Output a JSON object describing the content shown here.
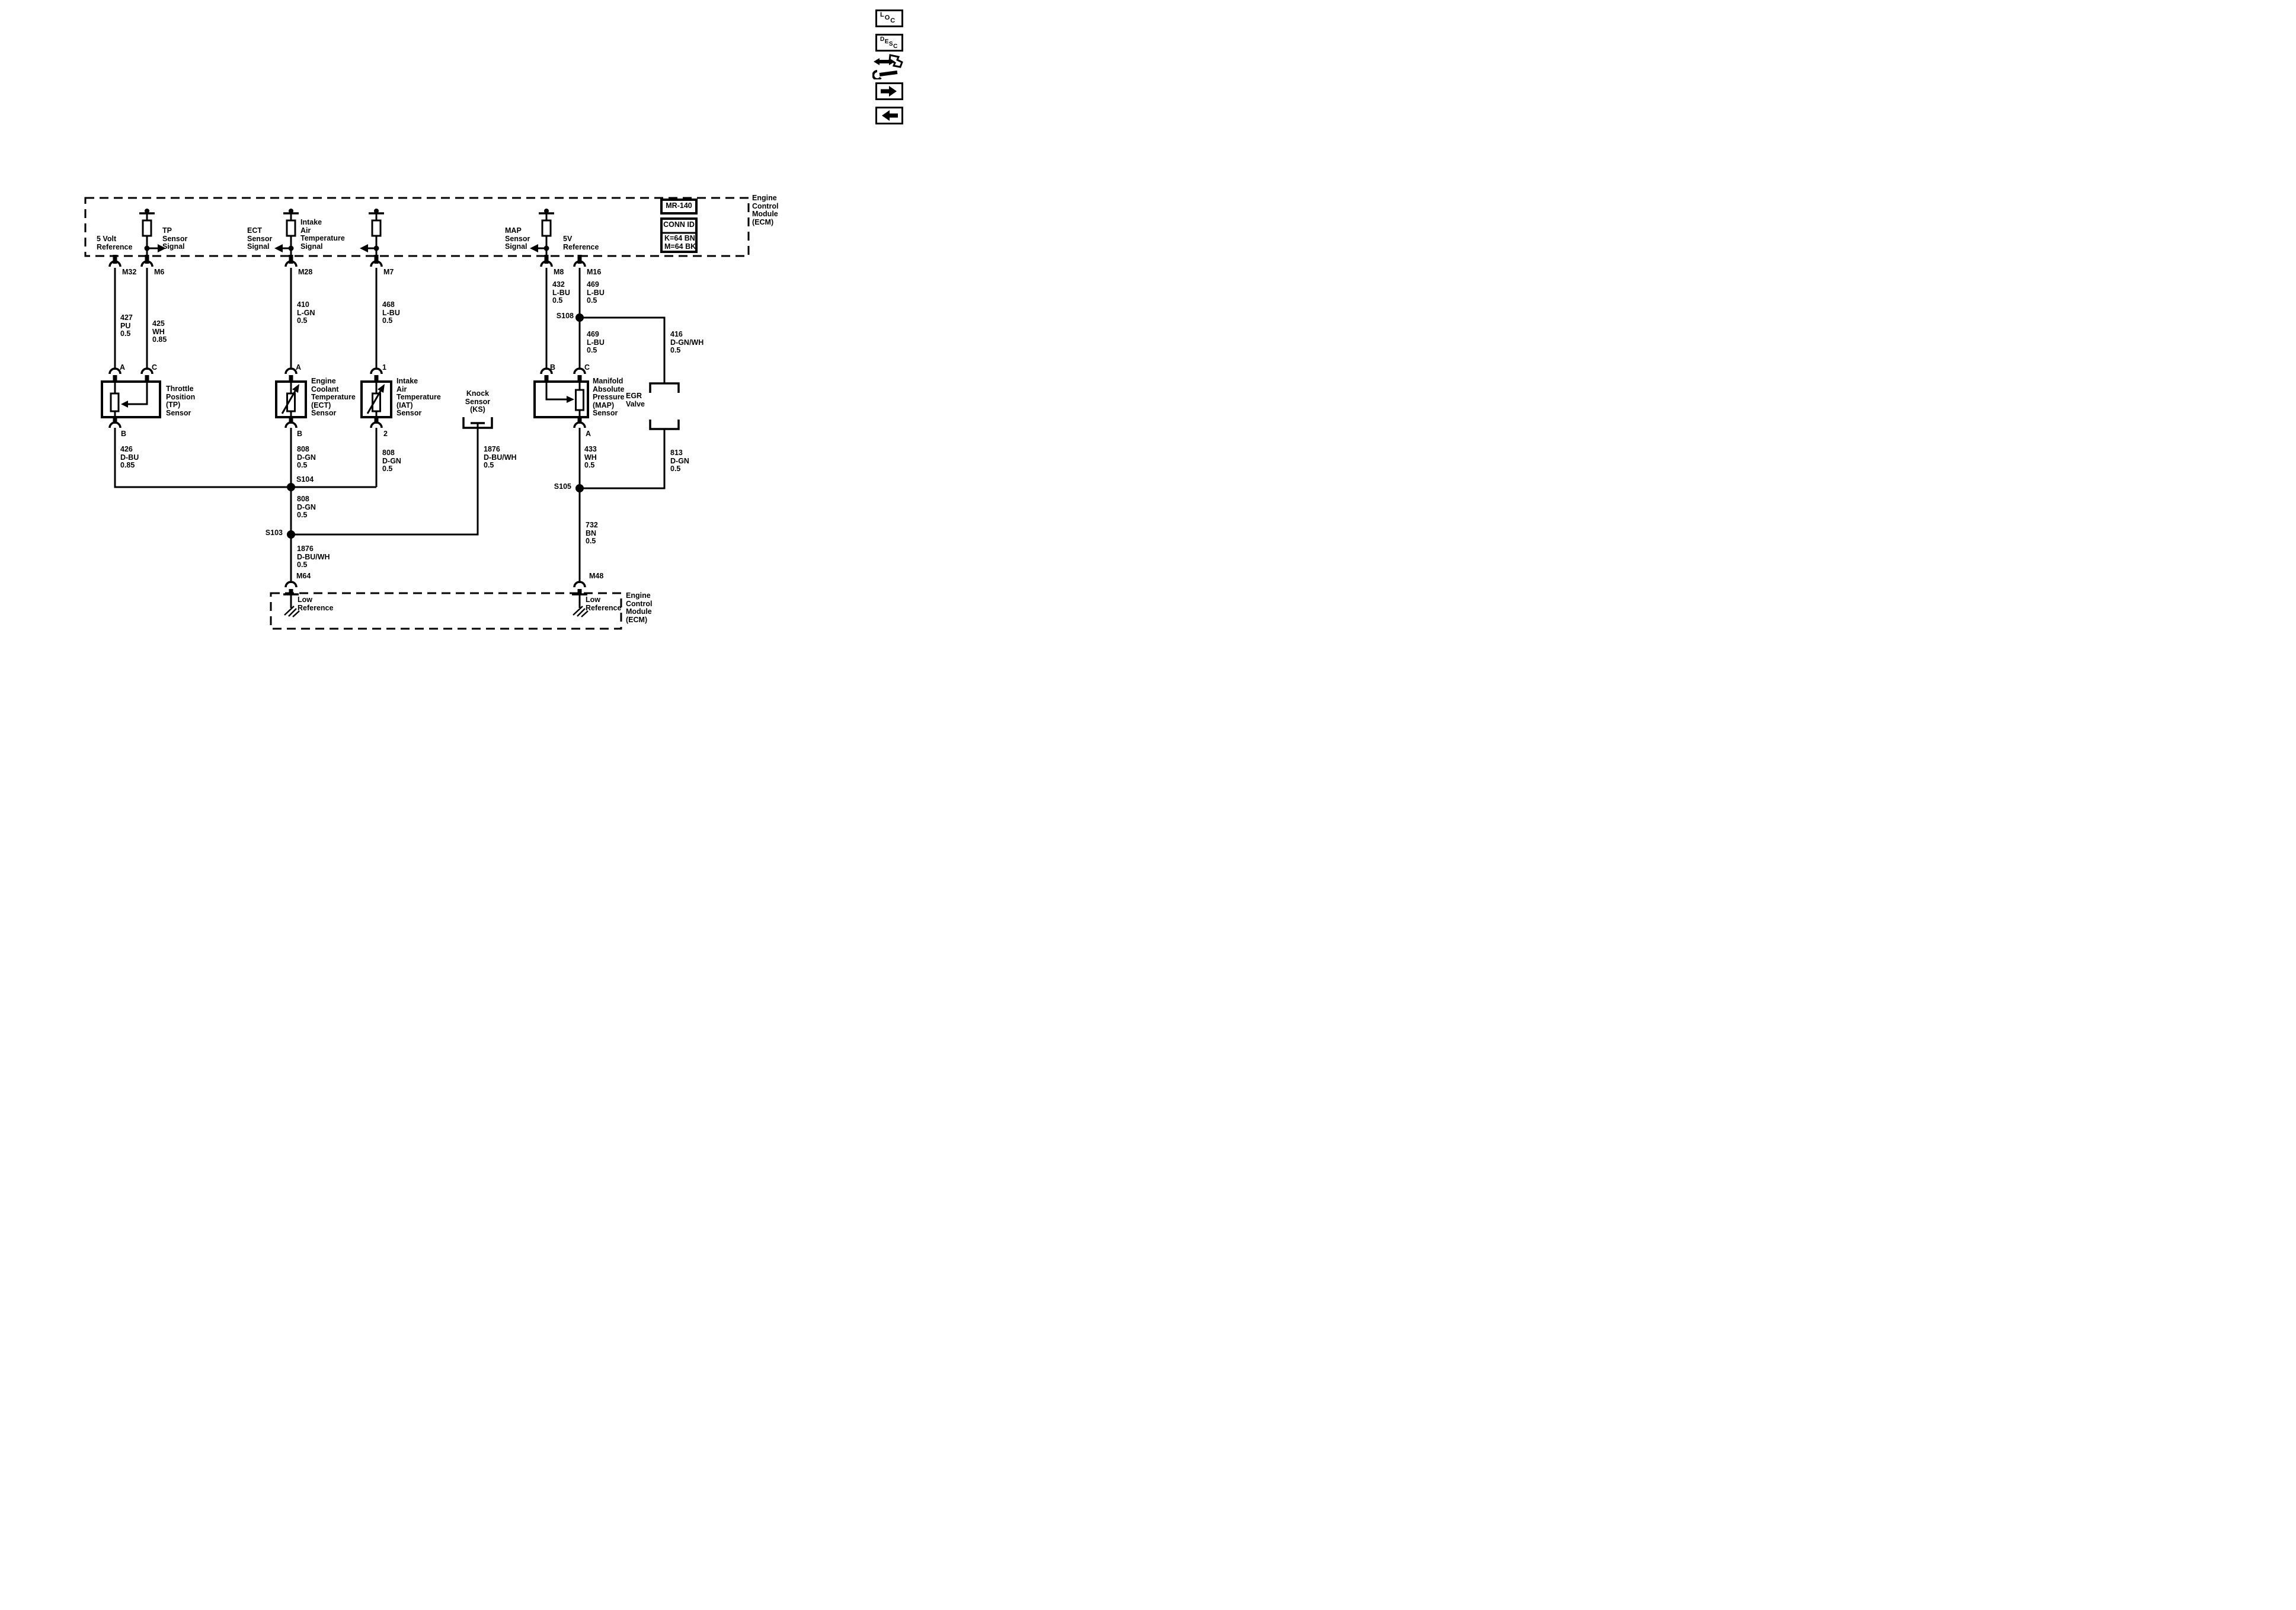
{
  "colors": {
    "ink": "#000000",
    "paper": "#ffffff"
  },
  "nav": {
    "loc_label": "LOC",
    "desc_label": "DESC"
  },
  "ecm_top": {
    "title": "Engine\nControl\nModule\n(ECM)",
    "connector_ref": "MR-140",
    "conn_id_title": "CONN ID",
    "conn_id_values": "K=64 BN\nM=64 BK",
    "signals": {
      "ref5": "5 Volt\nReference",
      "tp": "TP\nSensor\nSignal",
      "ect": "ECT\nSensor\nSignal",
      "iat": "Intake\nAir\nTemperature\nSignal",
      "map": "MAP\nSensor\nSignal",
      "ref5v": "5V\nReference"
    },
    "pins": {
      "m32": "M32",
      "m6": "M6",
      "m28": "M28",
      "m7": "M7",
      "m8": "M8",
      "m16": "M16"
    }
  },
  "wires": {
    "w427": {
      "circuit": "427",
      "color": "PU",
      "size": "0.5",
      "label": "427\nPU\n0.5"
    },
    "w425": {
      "circuit": "425",
      "color": "WH",
      "size": "0.85",
      "label": "425\nWH\n0.85"
    },
    "w410": {
      "circuit": "410",
      "color": "L-GN",
      "size": "0.5",
      "label": "410\nL-GN\n0.5"
    },
    "w468": {
      "circuit": "468",
      "color": "L-BU",
      "size": "0.5",
      "label": "468\nL-BU\n0.5"
    },
    "w432": {
      "circuit": "432",
      "color": "L-BU",
      "size": "0.5",
      "label": "432\nL-BU\n0.5"
    },
    "w469a": {
      "circuit": "469",
      "color": "L-BU",
      "size": "0.5",
      "label": "469\nL-BU\n0.5"
    },
    "w469b": {
      "circuit": "469",
      "color": "L-BU",
      "size": "0.5",
      "label": "469\nL-BU\n0.5"
    },
    "w416": {
      "circuit": "416",
      "color": "D-GN/WH",
      "size": "0.5",
      "label": "416\nD-GN/WH\n0.5"
    },
    "w426": {
      "circuit": "426",
      "color": "D-BU",
      "size": "0.85",
      "label": "426\nD-BU\n0.85"
    },
    "w808a": {
      "circuit": "808",
      "color": "D-GN",
      "size": "0.5",
      "label": "808\nD-GN\n0.5"
    },
    "w808b": {
      "circuit": "808",
      "color": "D-GN",
      "size": "0.5",
      "label": "808\nD-GN\n0.5"
    },
    "w808c": {
      "circuit": "808",
      "color": "D-GN",
      "size": "0.5",
      "label": "808\nD-GN\n0.5"
    },
    "w1876a": {
      "circuit": "1876",
      "color": "D-BU/WH",
      "size": "0.5",
      "label": "1876\nD-BU/WH\n0.5"
    },
    "w1876b": {
      "circuit": "1876",
      "color": "D-BU/WH",
      "size": "0.5",
      "label": "1876\nD-BU/WH\n0.5"
    },
    "w433": {
      "circuit": "433",
      "color": "WH",
      "size": "0.5",
      "label": "433\nWH\n0.5"
    },
    "w813": {
      "circuit": "813",
      "color": "D-GN",
      "size": "0.5",
      "label": "813\nD-GN\n0.5"
    },
    "w732": {
      "circuit": "732",
      "color": "BN",
      "size": "0.5",
      "label": "732\nBN\n0.5"
    }
  },
  "splices": {
    "s108": "S108",
    "s104": "S104",
    "s103": "S103",
    "s105": "S105"
  },
  "sensors": {
    "tp": {
      "name": "Throttle\nPosition\n(TP)\nSensor",
      "pin_a": "A",
      "pin_c": "C",
      "pin_b": "B"
    },
    "ect": {
      "name": "Engine\nCoolant\nTemperature\n(ECT)\nSensor",
      "pin_a": "A",
      "pin_b": "B"
    },
    "iat": {
      "name": "Intake\nAir\nTemperature\n(IAT)\nSensor",
      "pin_1": "1",
      "pin_2": "2"
    },
    "ks": {
      "name": "Knock\nSensor\n(KS)"
    },
    "map": {
      "name": "Manifold\nAbsolute\nPressure\n(MAP)\nSensor",
      "pin_b": "B",
      "pin_c": "C",
      "pin_a": "A"
    },
    "egr": {
      "name": "EGR\nValve"
    }
  },
  "ecm_bottom": {
    "low_ref_left": "Low\nReference",
    "low_ref_right": "Low\nReference",
    "title": "Engine\nControl\nModule\n(ECM)",
    "pins": {
      "m64": "M64",
      "m48": "M48"
    }
  }
}
